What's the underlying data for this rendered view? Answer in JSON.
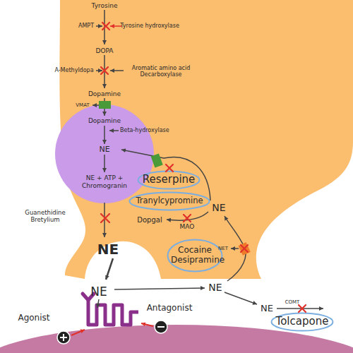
{
  "diagram": {
    "nodes": [
      {
        "text": [
          "Dopamine",
          "Beta-hydroxylase",
          "NE",
          "NE + ATP + Chromogranin"
        ]
      },
      {
        "text": [
          "Reserpine"
        ]
      },
      {
        "text": [
          "Tranylcypromine"
        ]
      },
      {
        "text": [
          "Cocaine Desipramine"
        ]
      },
      {
        "text": [
          "Tolcapone"
        ]
      }
    ],
    "labels": [
      "Tyrosine",
      "AMPT",
      "Tyrosine hydroxylase",
      "DOPA",
      "A-Methyldopa",
      "Aromatic amino acid Decarboxylase",
      "Dopamine",
      "VMAT",
      "NE",
      "Dopgal",
      "MAO",
      "Guanethidine Bretylium",
      "NE",
      "NE",
      "NE",
      "NE",
      "COMT",
      "NET",
      "Agonist",
      "Antagonist"
    ]
  }
}
